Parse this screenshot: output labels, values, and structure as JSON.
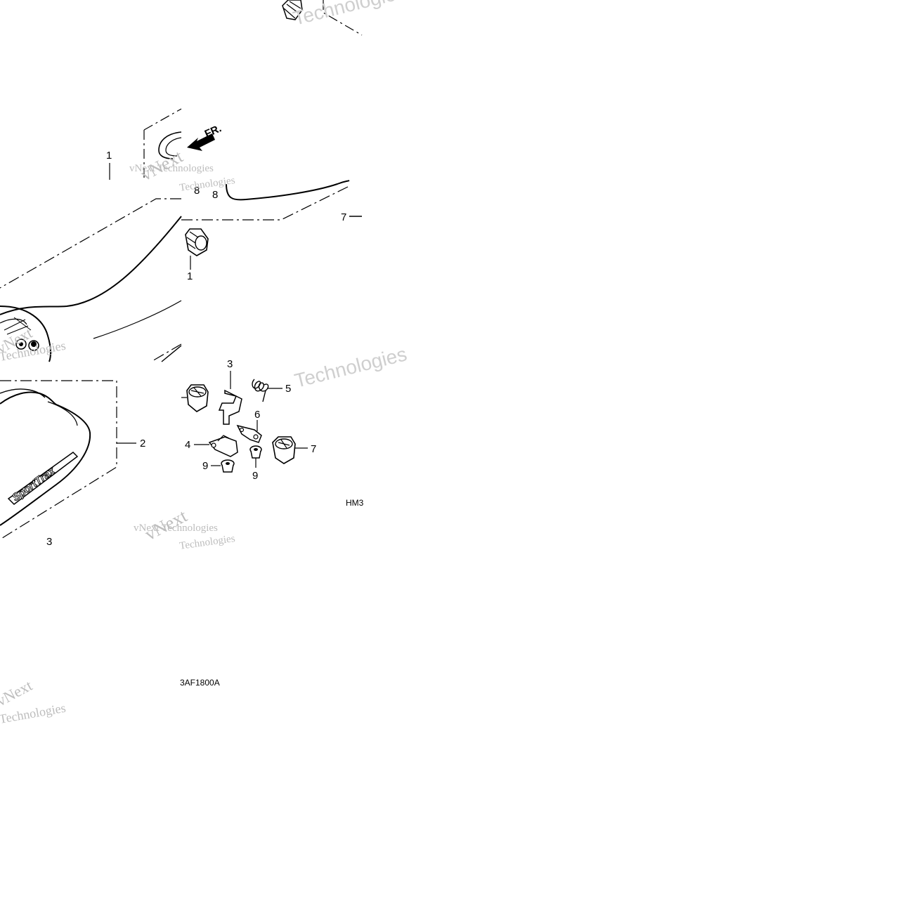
{
  "diagram": {
    "direction_label": "FR.",
    "callouts": {
      "seat_top_1": "1",
      "top_7": "7",
      "top_8a": "8",
      "top_8b": "8",
      "knob_1": "1",
      "part_3": "3",
      "part_5": "5",
      "part_6": "6",
      "part_4": "4",
      "part_7": "7",
      "part_9a": "9",
      "part_9b": "9",
      "cover_2": "2",
      "cover_3": "3"
    },
    "codes": {
      "left_code": "3AF1800A",
      "right_code": "HM3"
    },
    "logo_text": "SportTrax",
    "watermarks": {
      "brand": "vNext",
      "technologies": "Technologies",
      "combined": "vNext Technologies"
    }
  }
}
